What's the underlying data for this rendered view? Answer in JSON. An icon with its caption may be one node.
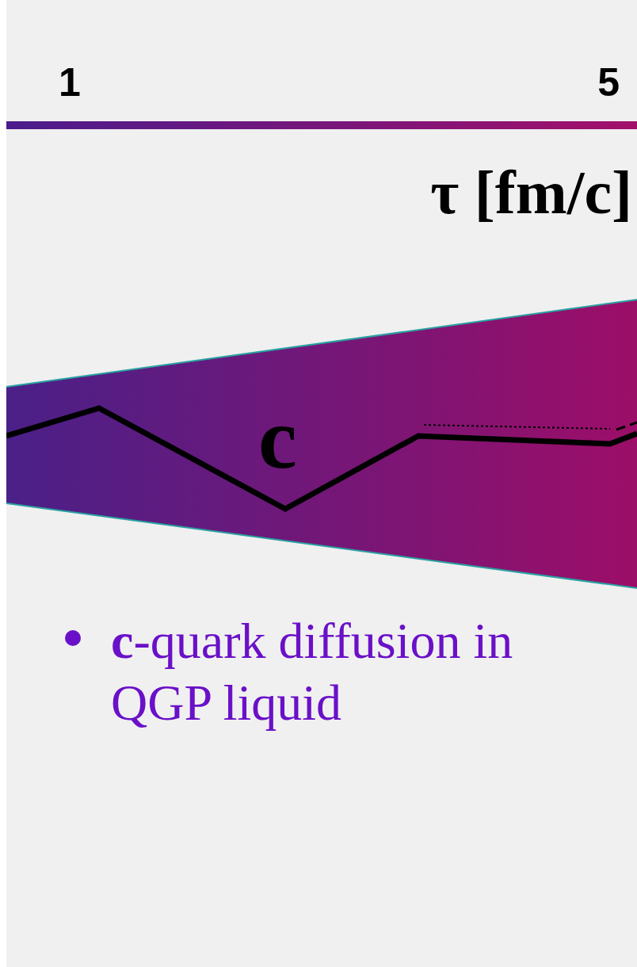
{
  "diagram": {
    "labels": [
      "1",
      "5",
      "τ [fm/c]",
      "c",
      "**c**-quark diffusion in QGP liquid"
    ]
  }
}
